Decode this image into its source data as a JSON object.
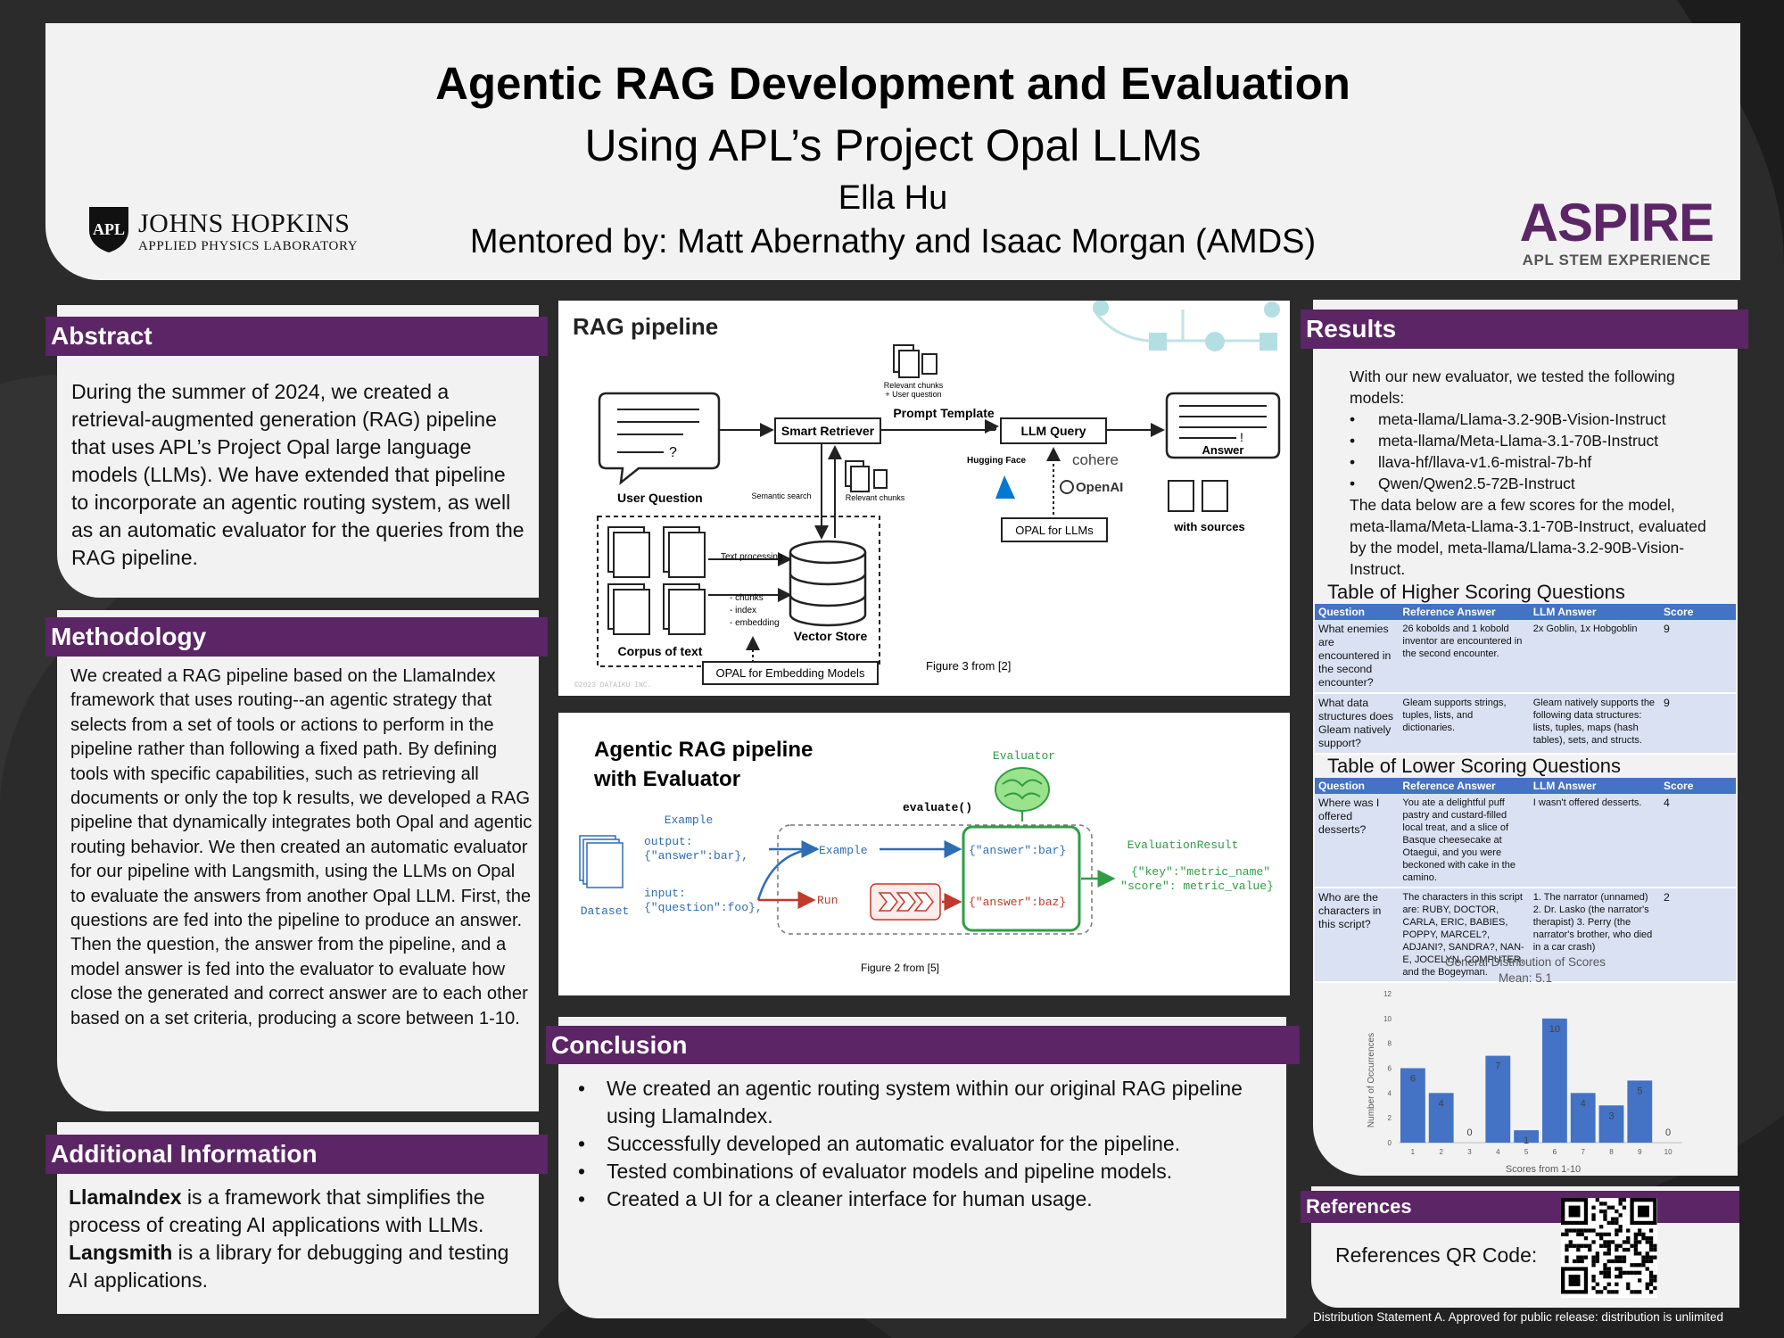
{
  "header": {
    "title": "Agentic RAG Development and Evaluation",
    "subtitle": "Using APL’s Project Opal LLMs",
    "author": "Ella Hu",
    "mentors": "Mentored by: Matt Abernathy and Isaac Morgan (AMDS)",
    "jhu_logo_mark": "APL",
    "jhu_name": "JOHNS HOPKINS",
    "jhu_sub": "APPLIED PHYSICS LABORATORY",
    "aspire_word": "ASPIRE",
    "aspire_sub": "APL STEM EXPERIENCE"
  },
  "abstract": {
    "heading": "Abstract",
    "text": "During the summer of 2024, we created a retrieval-augmented generation (RAG) pipeline that uses APL’s Project Opal large language models (LLMs). We have extended that pipeline to incorporate an agentic routing system, as well as an automatic evaluator for the queries from the RAG pipeline."
  },
  "methodology": {
    "heading": "Methodology",
    "text": "We created a RAG pipeline based on the LlamaIndex framework that uses routing--an agentic strategy that selects from a set of tools or actions to perform in the pipeline rather than following a fixed path. By defining tools with specific capabilities, such as retrieving all documents or only the top k results, we developed a RAG pipeline that dynamically integrates both Opal and agentic routing behavior.  We then created an automatic evaluator for our pipeline with Langsmith, using the LLMs on Opal to evaluate the answers from another Opal LLM. First, the questions are fed into the pipeline to produce  an answer. Then the question, the answer from the pipeline, and a model answer is fed into the evaluator to evaluate how close the generated and correct answer are to each other based on a set criteria, producing  a score between 1-10."
  },
  "additional": {
    "heading": "Additional Information",
    "llamaindex_term": "LlamaIndex",
    "llamaindex_text": " is a framework that simplifies the process of creating AI applications with LLMs.",
    "langsmith_term": "Langsmith",
    "langsmith_text": " is a library for debugging and testing AI applications."
  },
  "rag_figure": {
    "heading": "RAG pipeline",
    "user_question": "User Question",
    "smart_retriever": "Smart Retriever",
    "prompt_template": "Prompt Template",
    "relevant_chunks_user_q": "Relevant chunks",
    "user_question_small": "+ User question",
    "llm_query": "LLM Query",
    "answer": "Answer",
    "with_sources": "with sources",
    "semantic_search": "Semantic search",
    "relevant_chunks": "Relevant chunks",
    "text_processing": "Text processing",
    "chunks": "- chunks",
    "index": "- index",
    "embedding": "- embedding",
    "corpus": "Corpus of text",
    "vector_store": "Vector Store",
    "opal_llms": "OPAL for LLMs",
    "opal_embedding": "OPAL for Embedding Models",
    "hugging_face": "Hugging Face",
    "cohere": "cohere",
    "openai": "OpenAI",
    "copyright": "©2023 DATAIKU INC.",
    "caption": "Figure 3 from [2]"
  },
  "eval_figure": {
    "heading_line1": "Agentic RAG pipeline",
    "heading_line2": "with Evaluator",
    "evaluator": "Evaluator",
    "evaluate_fn": "evaluate()",
    "example_label": "Example",
    "output_label": "output:",
    "output_value": "{\"answer\":bar},",
    "input_label": "input:",
    "input_value": "{\"question\":foo},",
    "dataset": "Dataset",
    "example_arrow": "Example",
    "run_arrow": "Run",
    "answer_bar": "{\"answer\":bar}",
    "answer_baz": "{\"answer\":baz}",
    "eval_result": "EvaluationResult",
    "result_line1": "{\"key\":\"metric_name\"",
    "result_line2": "\"score\": metric_value}",
    "caption": "Figure 2 from [5]"
  },
  "conclusion": {
    "heading": "Conclusion",
    "items": [
      "We created an agentic routing system within our original RAG pipeline using LlamaIndex.",
      "Successfully developed an automatic evaluator for the pipeline.",
      "Tested combinations of evaluator models and pipeline models.",
      "Created a UI for a cleaner interface for human usage."
    ]
  },
  "results": {
    "heading": "Results",
    "intro": "With our new evaluator, we tested the following models:",
    "models": [
      "meta-llama/Llama-3.2-90B-Vision-Instruct",
      "meta-llama/Meta-Llama-3.1-70B-Instruct",
      "llava-hf/llava-v1.6-mistral-7b-hf",
      "Qwen/Qwen2.5-72B-Instruct"
    ],
    "note": "The data below are a few scores for the model, meta-llama/Meta-Llama-3.1-70B-Instruct, evaluated by the model, meta-llama/Llama-3.2-90B-Vision-Instruct.",
    "higher_title": "Table of Higher Scoring Questions",
    "lower_title": "Table of Lower Scoring Questions",
    "columns": [
      "Question",
      "Reference Answer",
      "LLM Answer",
      "Score"
    ],
    "higher_rows": [
      [
        "What enemies are encountered in the second encounter?",
        "26 kobolds and 1 kobold inventor are encountered  in the second encounter.",
        "2x Goblin, 1x Hobgoblin",
        "9"
      ],
      [
        "What data structures does Gleam natively support?",
        "Gleam supports strings, tuples, lists, and dictionaries.",
        "Gleam natively supports the following data structures: lists, tuples, maps (hash tables), sets, and structs.",
        "9"
      ]
    ],
    "lower_rows": [
      [
        "Where was I offered  desserts?",
        "You ate a delightful puff pastry and custard-filled local treat, and a slice of Basque cheesecake at Otaegui, and you were beckoned with cake in the camino.",
        "I wasn't offered desserts.",
        "4"
      ],
      [
        "Who are the characters in this script?",
        "The characters in this script are: RUBY, DOCTOR, CARLA, ERIC, BABIES, POPPY, MARCEL?, ADJANI?, SANDRA?, NAN-E, JOCELYN, COMPUTER, and the Bogeyman.",
        "1. The narrator (unnamed) 2. Dr. Lasko (the narrator's therapist) 3. Perry (the narrator's brother, who died in a car crash)",
        "2"
      ]
    ]
  },
  "chart_data": {
    "type": "bar",
    "title": "General Distribution of Scores",
    "subtitle": "Mean: 5.1",
    "xlabel": "Scores from 1-10",
    "ylabel": "Number of Occurrences",
    "categories": [
      "1",
      "2",
      "3",
      "4",
      "5",
      "6",
      "7",
      "8",
      "9",
      "10"
    ],
    "values": [
      6,
      4,
      0,
      7,
      1,
      10,
      4,
      3,
      5,
      0
    ],
    "yticks": [
      "0",
      "2",
      "4",
      "6",
      "8",
      "10",
      "12"
    ],
    "ylim": [
      0,
      12
    ],
    "bar_color": "#4472c4",
    "grid": false
  },
  "references": {
    "heading": "References",
    "qr_label": "References QR Code:"
  },
  "footer": {
    "distribution": "Distribution Statement A. Approved for public release: distribution is unlimited"
  },
  "colors": {
    "accent": "#5b2566",
    "panel": "#f2f2f2",
    "background": "#2b2b2b",
    "table_header": "#4472c4",
    "table_cell": "#d9e1f2"
  }
}
